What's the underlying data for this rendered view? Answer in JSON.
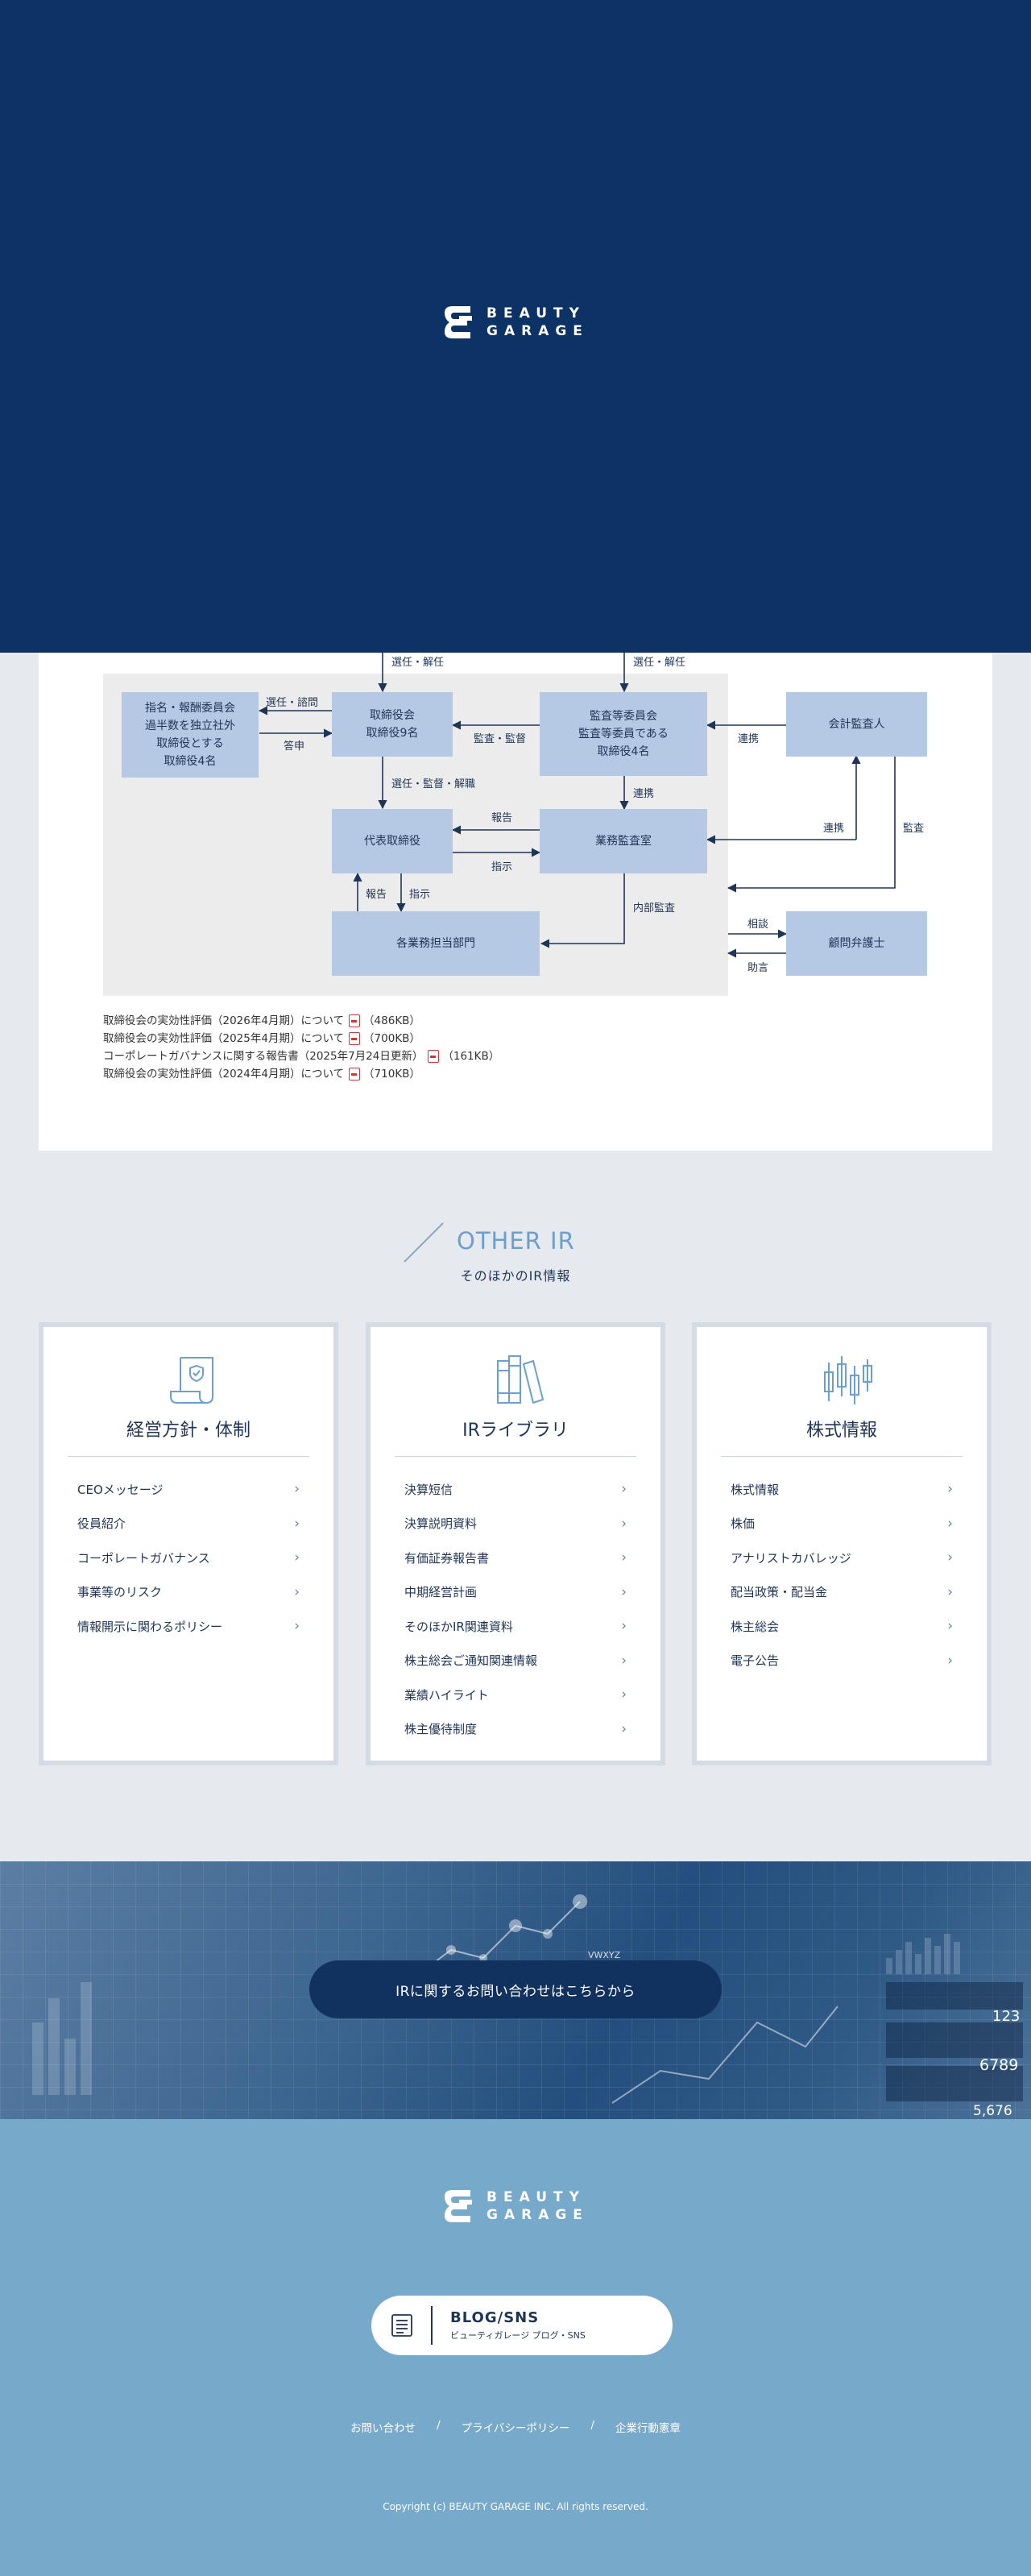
{
  "brand": {
    "line1": "BEAUTY",
    "line2": "GARAGE"
  },
  "governance": {
    "boxes": {
      "nomination": [
        "指名・報酬委員会",
        "過半数を独立社外",
        "取締役とする",
        "取締役4名"
      ],
      "board": [
        "取締役会",
        "取締役9名"
      ],
      "audit_committee": [
        "監査等委員会",
        "監査等委員である",
        "取締役4名"
      ],
      "accounting_auditor": "会計監査人",
      "ceo": "代表取締役",
      "internal_audit": "業務監査室",
      "departments": "各業務担当部門",
      "legal_advisor": "顧問弁護士"
    },
    "labels": {
      "elect1": "選任・解任",
      "elect2": "選任・解任",
      "consult": "選任・諮問",
      "answer": "答申",
      "audit_supervise": "監査・監督",
      "coop1": "連携",
      "elect_supervise": "選任・監督・解職",
      "coop2": "連携",
      "coop3": "連携",
      "audit": "監査",
      "report1": "報告",
      "instruct1": "指示",
      "report2": "報告",
      "instruct2": "指示",
      "internal_audit_lbl": "内部監査",
      "advice_req": "相談",
      "advice": "助言"
    },
    "docs": [
      {
        "text": "取締役会の実効性評価（2026年4月期）について",
        "size": "（486KB）"
      },
      {
        "text": "取締役会の実効性評価（2025年4月期）について",
        "size": "（700KB）"
      },
      {
        "text": "コーポレートガバナンスに関する報告書（2025年7月24日更新）",
        "size": "（161KB）"
      },
      {
        "text": "取締役会の実効性評価（2024年4月期）について",
        "size": "（710KB）"
      }
    ]
  },
  "other_ir": {
    "title": "OTHER IR",
    "subtitle": "そのほかのIR情報",
    "cards": [
      {
        "icon": "policy-scroll-icon",
        "title": "経営方針・体制",
        "items": [
          "CEOメッセージ",
          "役員紹介",
          "コーポレートガバナンス",
          "事業等のリスク",
          "情報開示に関わるポリシー"
        ]
      },
      {
        "icon": "library-books-icon",
        "title": "IRライブラリ",
        "items": [
          "決算短信",
          "決算説明資料",
          "有価証券報告書",
          "中期経営計画",
          "そのほかIR関連資料",
          "株主総会ご通知関連情報",
          "業績ハイライト",
          "株主優待制度"
        ]
      },
      {
        "icon": "candlestick-chart-icon",
        "title": "株式情報",
        "items": [
          "株式情報",
          "株価",
          "アナリストカバレッジ",
          "配当政策・配当金",
          "株主総会",
          "電子公告"
        ]
      }
    ]
  },
  "banner": {
    "cta": "IRに関するお問い合わせはこちらから",
    "bg_text": [
      "VWXYZ",
      "123",
      "6789",
      "5,676"
    ]
  },
  "footer": {
    "blog_title": "BLOG/SNS",
    "blog_sub": "ビューティガレージ ブログ・SNS",
    "links": [
      "お問い合わせ",
      "プライバシーポリシー",
      "企業行動憲章"
    ],
    "separator": "/",
    "copyright": "Copyright (c) BEAUTY GARAGE INC. All rights reserved."
  },
  "colors": {
    "navy": "#0d3266",
    "box": "#b5c9e4",
    "footer": "#76a9ca",
    "accent": "#6b9fcf"
  }
}
